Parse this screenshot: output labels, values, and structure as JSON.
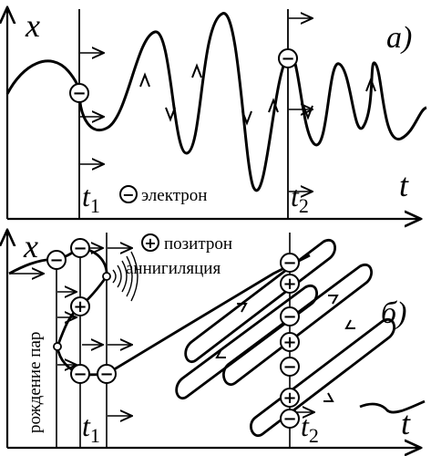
{
  "panel_a": {
    "panel_label": "а)",
    "x_axis": "t",
    "y_axis": "x",
    "t1_label": "t",
    "t1_sub": "1",
    "t2_label": "t",
    "t2_sub": "2",
    "electron_symbol": "−",
    "legend_electron": "электрон"
  },
  "panel_b": {
    "panel_label": "б)",
    "x_axis": "t",
    "y_axis": "x",
    "t1_label": "t",
    "t1_sub": "1",
    "t2_label": "t",
    "t2_sub": "2",
    "positron_symbol": "+",
    "electron_symbol": "−",
    "legend_positron": "позитрон",
    "annihilation_label": "аннигиляция",
    "pair_creation_label": "рождение пар"
  },
  "colors": {
    "ink": "#000000",
    "paper": "#ffffff"
  }
}
